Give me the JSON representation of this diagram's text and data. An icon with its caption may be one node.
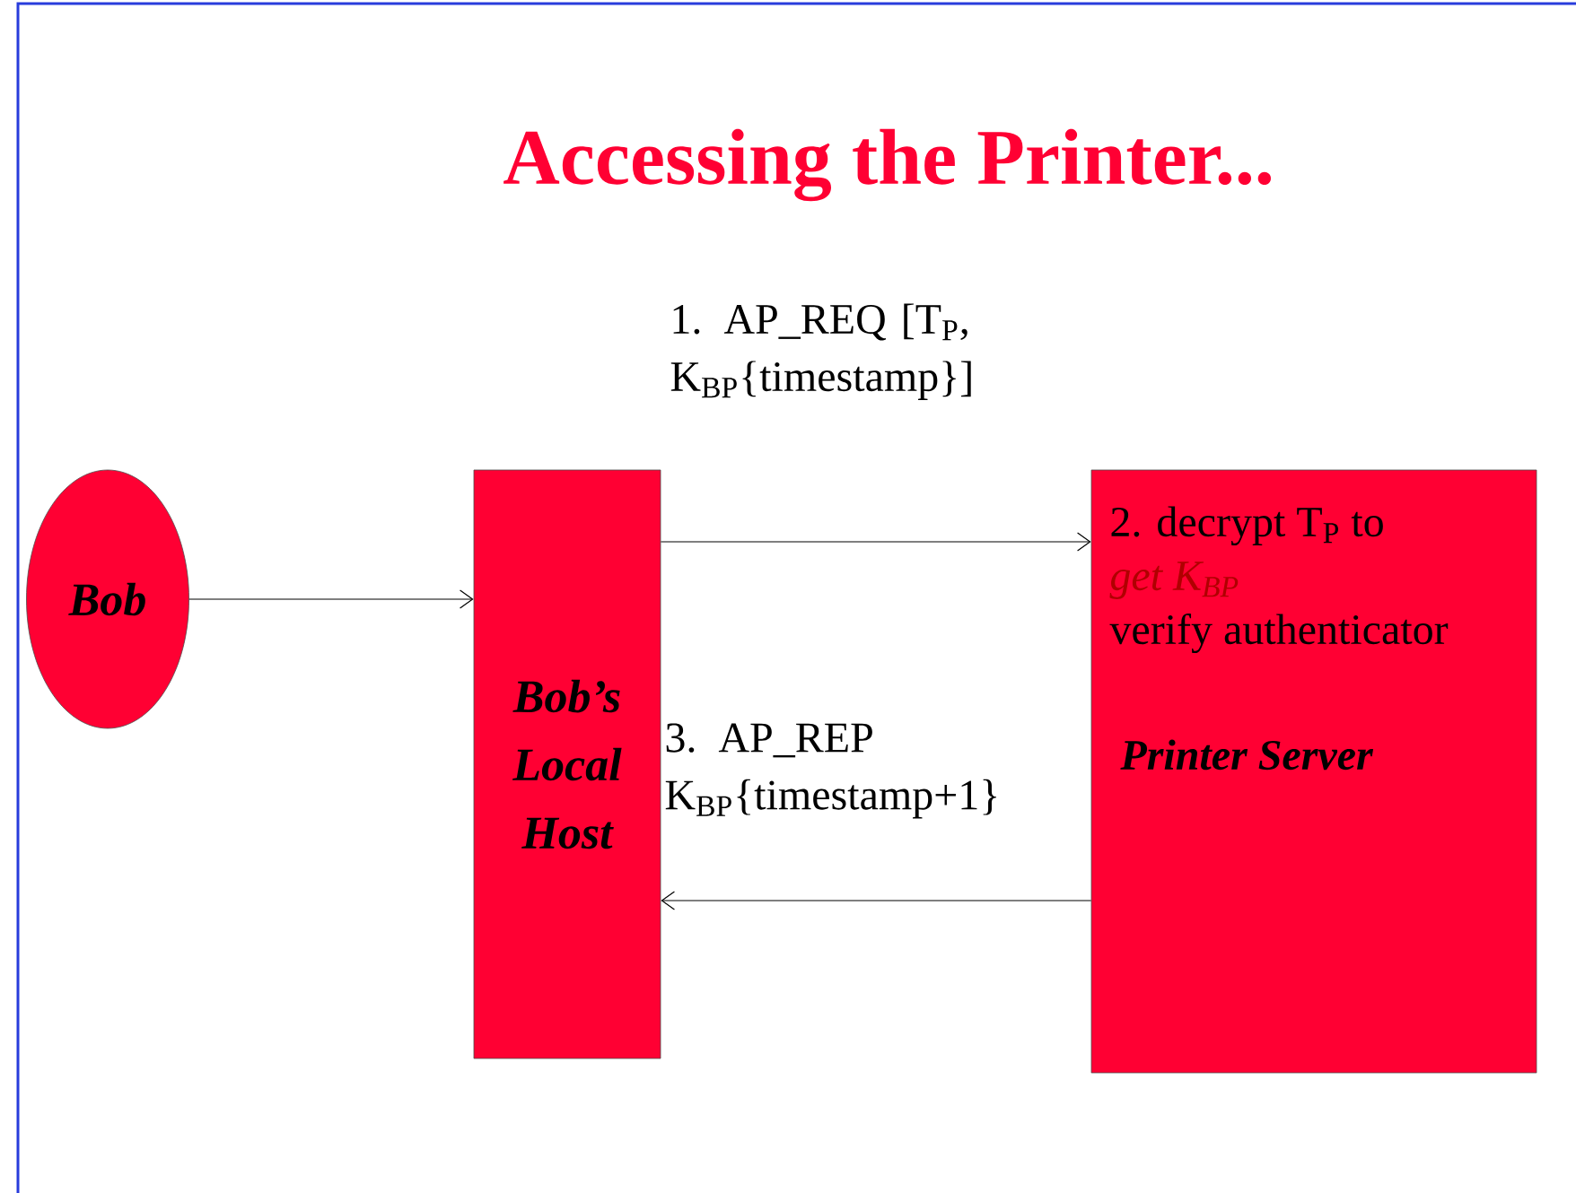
{
  "diagram": {
    "title": "Accessing the Printer...",
    "nodes": [
      {
        "text": [
          "Bob"
        ]
      },
      {
        "text": [
          "Bob’s Local Host"
        ]
      },
      {
        "text": [
          "2. decrypt T$_{P}$ to",
          "get K$_{BP}$",
          "verify authenticator",
          "Printer Server"
        ]
      }
    ],
    "edges": [
      {
        "from": 0,
        "to": 1,
        "arrow": "to"
      },
      {
        "from": 1,
        "to": 2,
        "arrow": "to",
        "label": "1. AP_REQ [T$_{P}$, K$_{BP}${timestamp}]"
      },
      {
        "from": 2,
        "to": 1,
        "arrow": "to",
        "label": "3. AP_REP K$_{BP}${timestamp+1}"
      }
    ]
  }
}
